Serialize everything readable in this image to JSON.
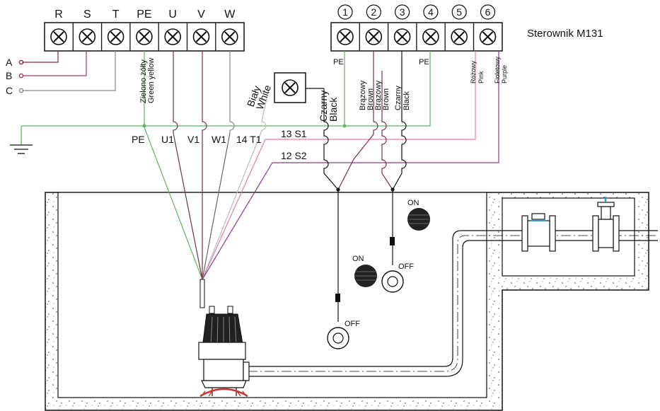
{
  "controller": {
    "title": "Sterownik M131"
  },
  "main_terminals": [
    "R",
    "S",
    "T",
    "PE",
    "U",
    "V",
    "W"
  ],
  "controller_terminals": [
    "1",
    "2",
    "3",
    "4",
    "5",
    "6"
  ],
  "supply_phases": [
    "A",
    "B",
    "C"
  ],
  "cable_markers": {
    "pe": "PE",
    "u1": "U1",
    "v1": "V1",
    "w1": "W1",
    "t1": "14 T1",
    "s1": "13 S1",
    "s2": "12 S2"
  },
  "wire_labels": {
    "green_yellow_pl": "Zielono żółty",
    "green_yellow_en": "Green yellow",
    "white_pl": "Biały",
    "white_en": "White",
    "black_pl": "Czarny",
    "black_en": "Black",
    "pe_1": "PE",
    "pe_4": "PE",
    "brown_pl_a": "Brązowy",
    "brown_en_a": "Brown",
    "brown_pl_b": "Brązowy",
    "brown_en_b": "Brown",
    "black_pl_b": "Czarny",
    "black_en_b": "Black",
    "pink_pl": "Różowy",
    "pink_en": "Pink",
    "purple_pl": "Fioletowy",
    "purple_en": "Purple"
  },
  "floats": {
    "lower": {
      "on": "ON",
      "off": "OFF"
    },
    "upper": {
      "on": "ON",
      "off": "OFF"
    }
  },
  "colors": {
    "green": "#5cb85c",
    "brown": "#7a3040",
    "grey": "#888888",
    "pink": "#e87aa8",
    "purple": "#8b3a8b",
    "black": "#111111",
    "white_wire": "#bbbbbb"
  }
}
